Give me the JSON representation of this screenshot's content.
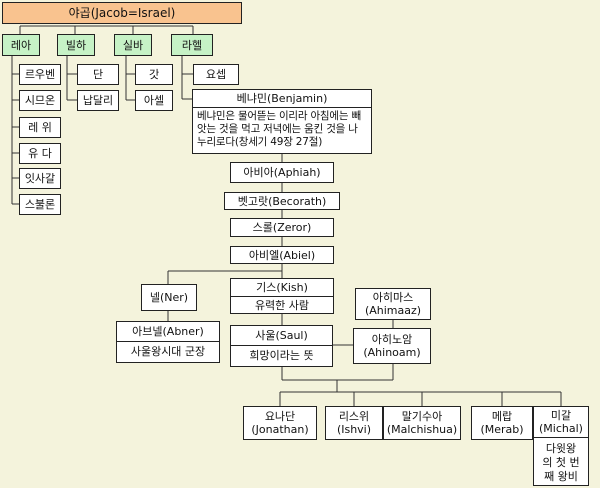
{
  "root": "야곱(Jacob=Israel)",
  "wives": [
    "레아",
    "빌하",
    "실바",
    "라헬"
  ],
  "leah_sons": [
    "르우벤",
    "시므온",
    "레 위",
    "유 다",
    "잇사갈",
    "스불론"
  ],
  "bilhah_sons": [
    "단",
    "납달리"
  ],
  "zilpah_sons": [
    "갓",
    "아셀"
  ],
  "rachel_sons": {
    "joseph": "요셉",
    "benjamin_name": "베냐민(Benjamin)",
    "benjamin_desc": "베냐민은 물어뜯는 이리라 아침에는 빼앗는 것을 먹고 저녁에는 움킨 것을 나누리로다(창세기 49장 27절)"
  },
  "line": [
    "아비아(Aphiah)",
    "벳고랏(Becorath)",
    "스롤(Zeror)",
    "아비엘(Abiel)"
  ],
  "ner": "넬(Ner)",
  "kish": {
    "name": "기스(Kish)",
    "desc": "유력한 사람"
  },
  "abner": {
    "name": "아브넬(Abner)",
    "desc": "사울왕시대 군장"
  },
  "saul": {
    "name": "사울(Saul)",
    "desc": "희망이라는 뜻"
  },
  "ahimaaz": {
    "name": "아히마스",
    "en": "(Ahimaaz)"
  },
  "ahinoam": {
    "name": "아히노암",
    "en": "(Ahinoam)"
  },
  "children": [
    {
      "name": "요나단",
      "en": "(Jonathan)"
    },
    {
      "name": "리스위",
      "en": "(Ishvi)"
    },
    {
      "name": "말기수아",
      "en": "(Malchishua)"
    },
    {
      "name": "메랍",
      "en": "(Merab)"
    },
    {
      "name": "미갈",
      "en": "(Michal)"
    }
  ],
  "michal_note": "다윗왕의 첫 번째 왕비"
}
